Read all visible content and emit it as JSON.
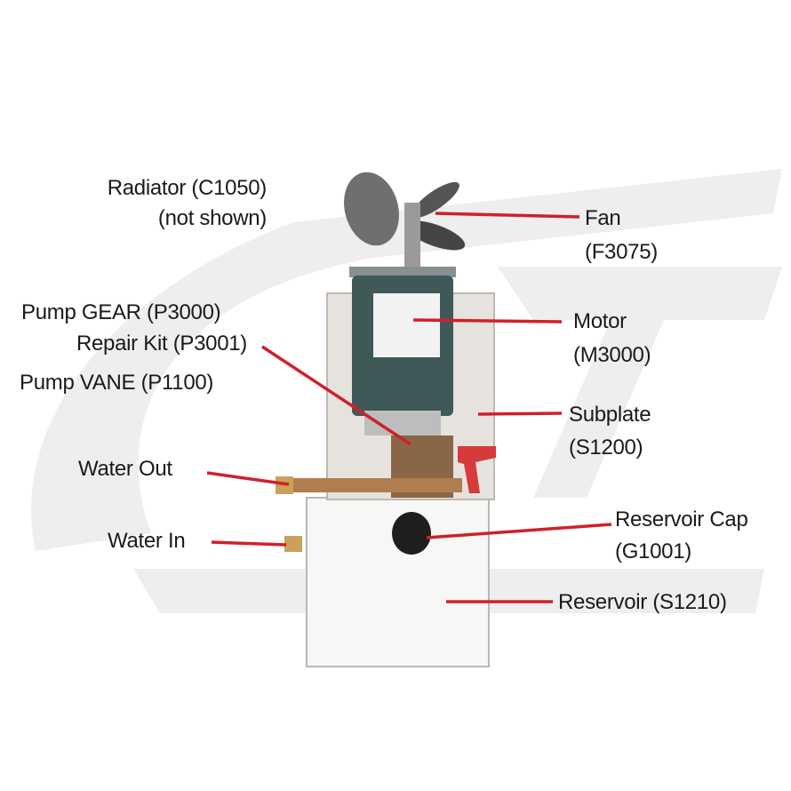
{
  "colors": {
    "leader_line": "#d0202a",
    "text": "#1a1a1a",
    "motor": "#3f5858",
    "brass": "#a0724a",
    "watermark": "#ececec"
  },
  "labels": {
    "radiator": {
      "line1": "Radiator (C1050)",
      "line2": "(not shown)"
    },
    "fan": {
      "line1": "Fan",
      "line2": "(F3075)"
    },
    "pump": {
      "gear": "Pump GEAR (P3000)",
      "repair": "Repair Kit (P3001)",
      "vane": "Pump VANE (P1100)"
    },
    "motor": {
      "line1": "Motor",
      "line2": "(M3000)"
    },
    "subplate": {
      "line1": "Subplate",
      "line2": "(S1200)"
    },
    "water_out": "Water Out",
    "water_in": "Water In",
    "reservoir_cap": {
      "line1": "Reservoir Cap",
      "line2": "(G1001)"
    },
    "reservoir": "Reservoir (S1210)"
  }
}
